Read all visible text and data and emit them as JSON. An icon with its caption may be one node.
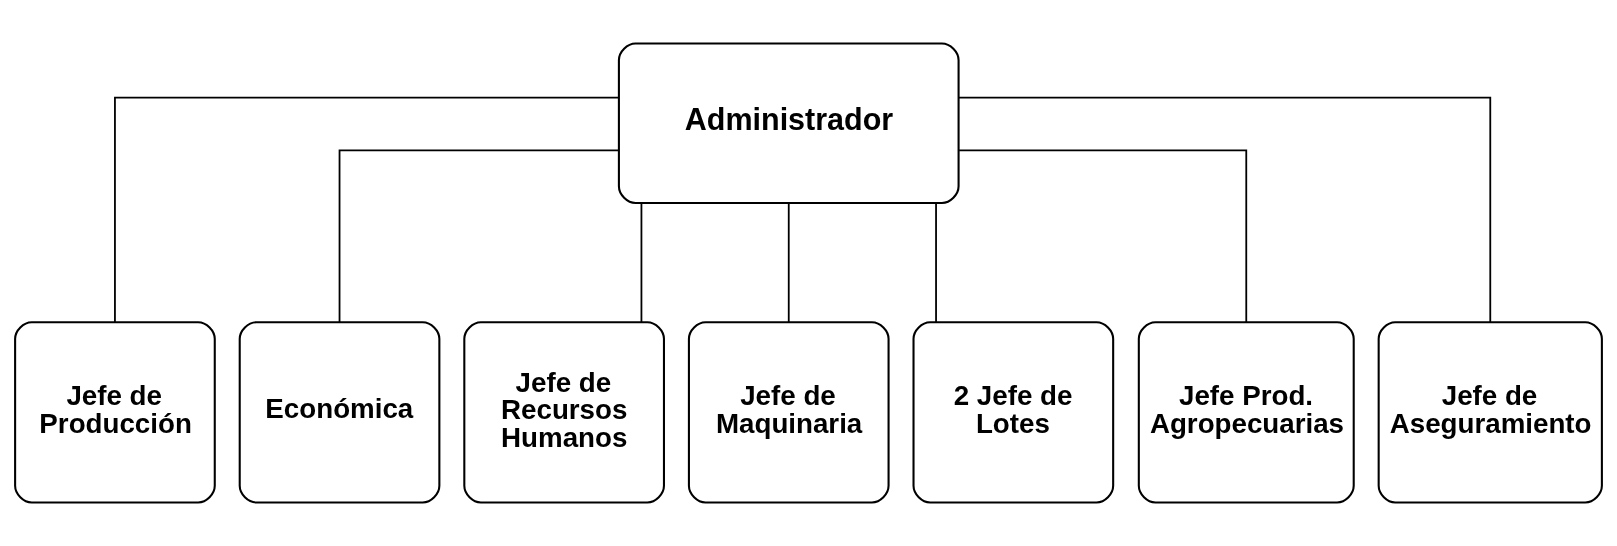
{
  "diagram": {
    "nodes": [
      {
        "text": [
          "Administrador"
        ]
      },
      {
        "text": [
          "Jefe de Producción"
        ]
      },
      {
        "text": [
          "Económica"
        ]
      },
      {
        "text": [
          "Jefe de Recursos Humanos"
        ]
      },
      {
        "text": [
          "Jefe de Maquinaria"
        ]
      },
      {
        "text": [
          "2 Jefe de Lotes"
        ]
      },
      {
        "text": [
          "Jefe Prod. Agropecuarias"
        ]
      },
      {
        "text": [
          "Jefe de Aseguramiento"
        ]
      }
    ],
    "edges": [
      {
        "from": 0,
        "to": 1,
        "arrow": "none"
      },
      {
        "from": 0,
        "to": 2,
        "arrow": "none"
      },
      {
        "from": 0,
        "to": 3,
        "arrow": "none"
      },
      {
        "from": 0,
        "to": 4,
        "arrow": "none"
      },
      {
        "from": 0,
        "to": 5,
        "arrow": "none"
      },
      {
        "from": 0,
        "to": 6,
        "arrow": "none"
      },
      {
        "from": 0,
        "to": 7,
        "arrow": "none"
      }
    ]
  }
}
